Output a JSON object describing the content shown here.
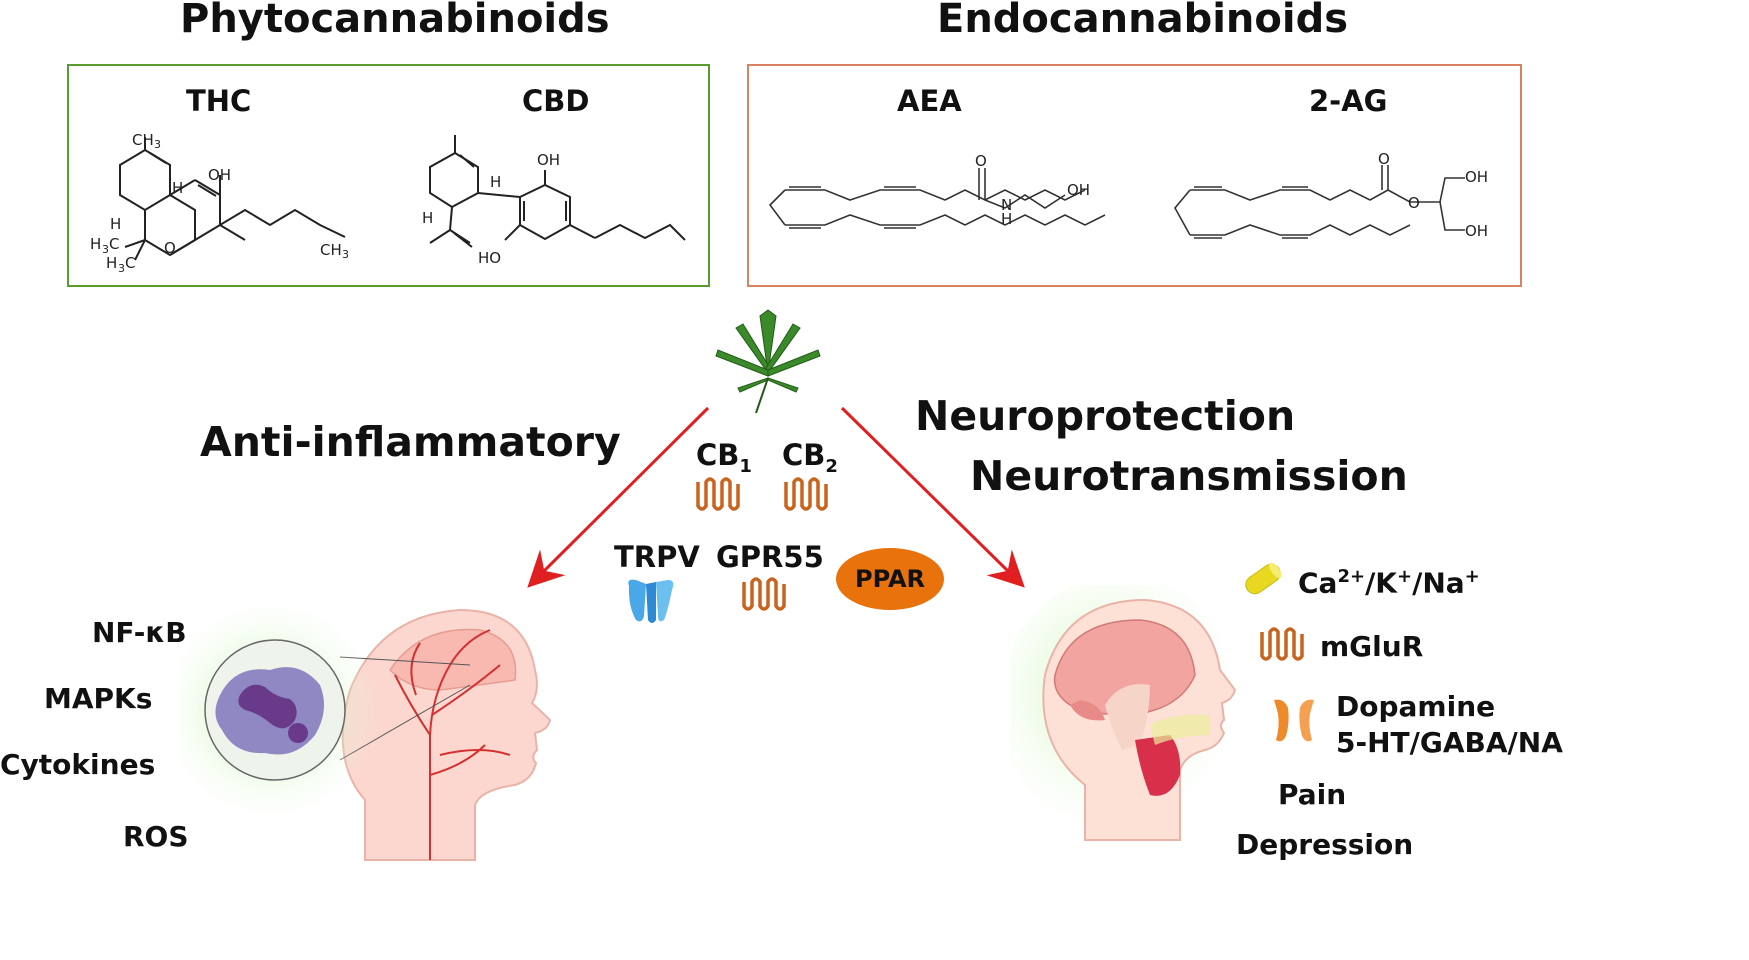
{
  "headings": {
    "phyto": "Phytocannabinoids",
    "endo": "Endocannabinoids"
  },
  "molecules": {
    "thc": "THC",
    "cbd": "CBD",
    "aea": "AEA",
    "two_ag": "2-AG"
  },
  "atoms": {
    "ch3": "CH",
    "sub3": "3",
    "oh": "OH",
    "ho": "HO",
    "h": "H",
    "o": "O",
    "n": "N",
    "h3c": "H",
    "c": "C"
  },
  "receptors": {
    "cb1": "CB",
    "cb1_sub": "1",
    "cb2": "CB",
    "cb2_sub": "2",
    "trpv": "TRPV",
    "gpr55": "GPR55",
    "ppar": "PPAR"
  },
  "effects": {
    "anti_inflammatory": "Anti-inflammatory",
    "neuroprotection": "Neuroprotection",
    "neurotransmission": "Neurotransmission"
  },
  "left_list": [
    "NF-κB",
    "MAPKs",
    "Cytokines",
    "ROS"
  ],
  "right_list": {
    "ions_base": "Ca",
    "ions_sup1": "2+",
    "ions_mid": "/K",
    "ions_sup2": "+",
    "ions_mid2": "/Na",
    "ions_sup3": "+",
    "mglur": "mGluR",
    "dopamine": "Dopamine",
    "neurotransmitters": "5-HT/GABA/NA",
    "pain": "Pain",
    "depression": "Depression"
  },
  "colors": {
    "green_box": "#5a9a2e",
    "orange_box": "#d9825f",
    "arrow": "#e02020",
    "receptor": "#c8641e",
    "ppar": "#e8720c",
    "trpv": "#4aa8e8",
    "leaf": "#3a8a2a"
  }
}
